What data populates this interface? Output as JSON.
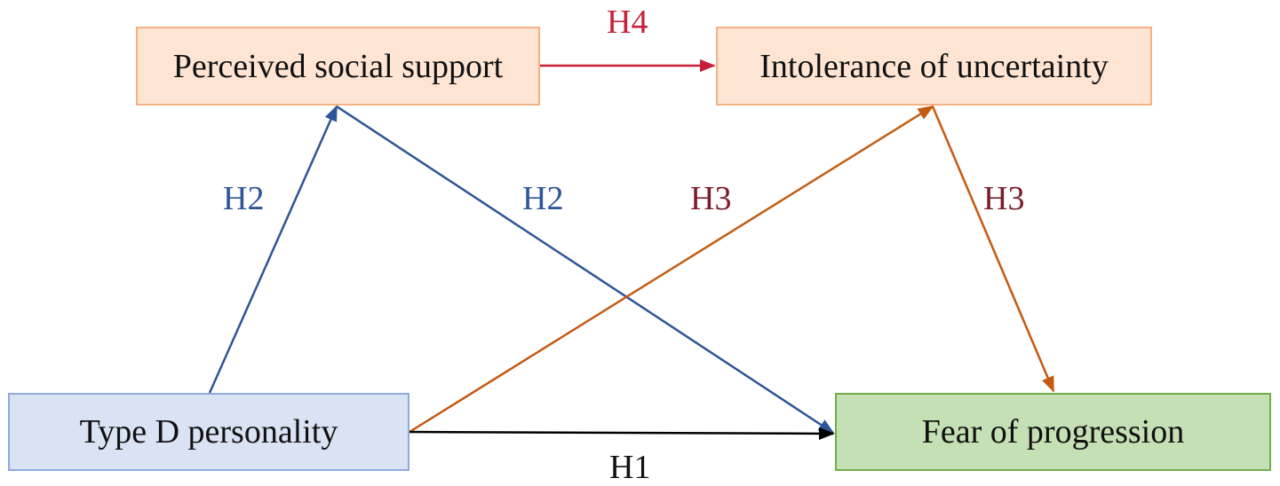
{
  "nodes": {
    "perceived_social_support": "Perceived social support",
    "intolerance_of_uncertainty": "Intolerance of uncertainty",
    "type_d_personality": "Type D personality",
    "fear_of_progression": "Fear of progression"
  },
  "paths": {
    "h1": "H1",
    "h2_a": "H2",
    "h2_b": "H2",
    "h3_a": "H3",
    "h3_b": "H3",
    "h4": "H4"
  },
  "colors": {
    "h1_arrow": "#000000",
    "h2_arrow": "#2e5597",
    "h3_arrow": "#c55a11",
    "h4_arrow": "#c8203a",
    "h2_label": "#2e5597",
    "h3_label": "#7b1c2a",
    "h4_label": "#c8203a",
    "orange_box_fill": "#fde4d3",
    "blue_box_fill": "#dae3f3",
    "green_box_fill": "#c5e0b4"
  }
}
